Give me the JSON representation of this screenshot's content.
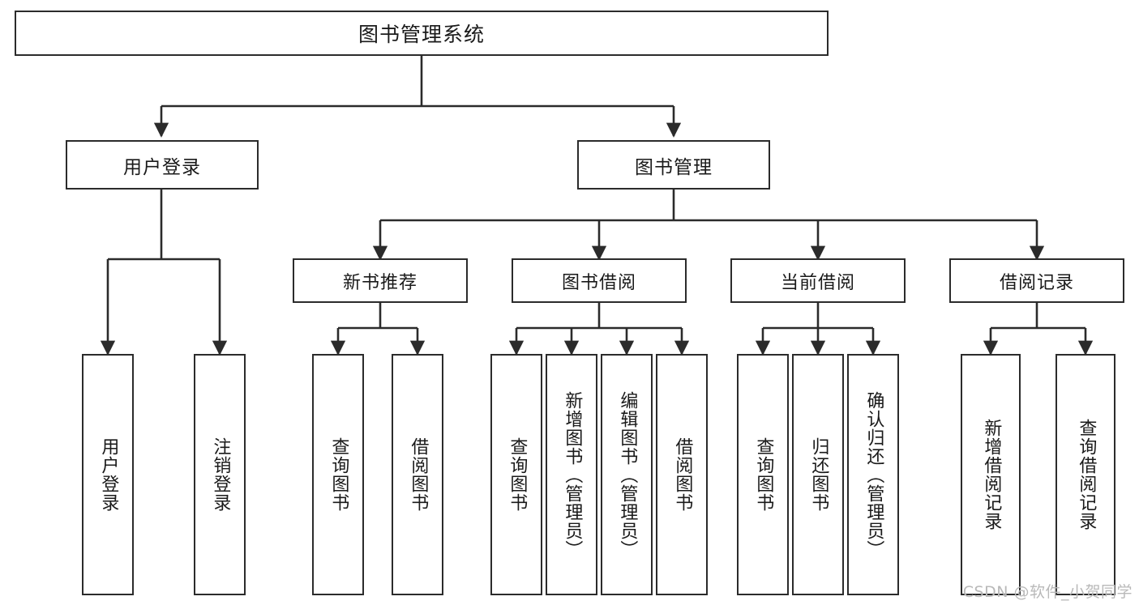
{
  "diagram": {
    "title": "图书管理系统",
    "type": "hierarchy-tree",
    "stroke_color": "#2b2b2b",
    "fill_color": "#ffffff",
    "background": "#ffffff",
    "watermark": "CSDN @软件_小贺同学"
  },
  "nodes": {
    "root": {
      "label": "图书管理系统"
    },
    "level1": [
      {
        "label": "用户登录"
      },
      {
        "label": "图书管理"
      }
    ],
    "level2": [
      {
        "label": "新书推荐"
      },
      {
        "label": "图书借阅"
      },
      {
        "label": "当前借阅"
      },
      {
        "label": "借阅记录"
      }
    ],
    "leaves": {
      "user_login": [
        {
          "label": "用户登录"
        },
        {
          "label": "注销登录"
        }
      ],
      "new_book_recommend": [
        {
          "label": "查询图书"
        },
        {
          "label": "借阅图书"
        }
      ],
      "book_borrow": [
        {
          "label": "查询图书"
        },
        {
          "label": "新增图书（管理员）"
        },
        {
          "label": "编辑图书（管理员）"
        },
        {
          "label": "借阅图书"
        }
      ],
      "current_borrow": [
        {
          "label": "查询图书"
        },
        {
          "label": "归还图书"
        },
        {
          "label": "确认归还（管理员）"
        }
      ],
      "borrow_record": [
        {
          "label": "新增借阅记录"
        },
        {
          "label": "查询借阅记录"
        }
      ]
    }
  }
}
